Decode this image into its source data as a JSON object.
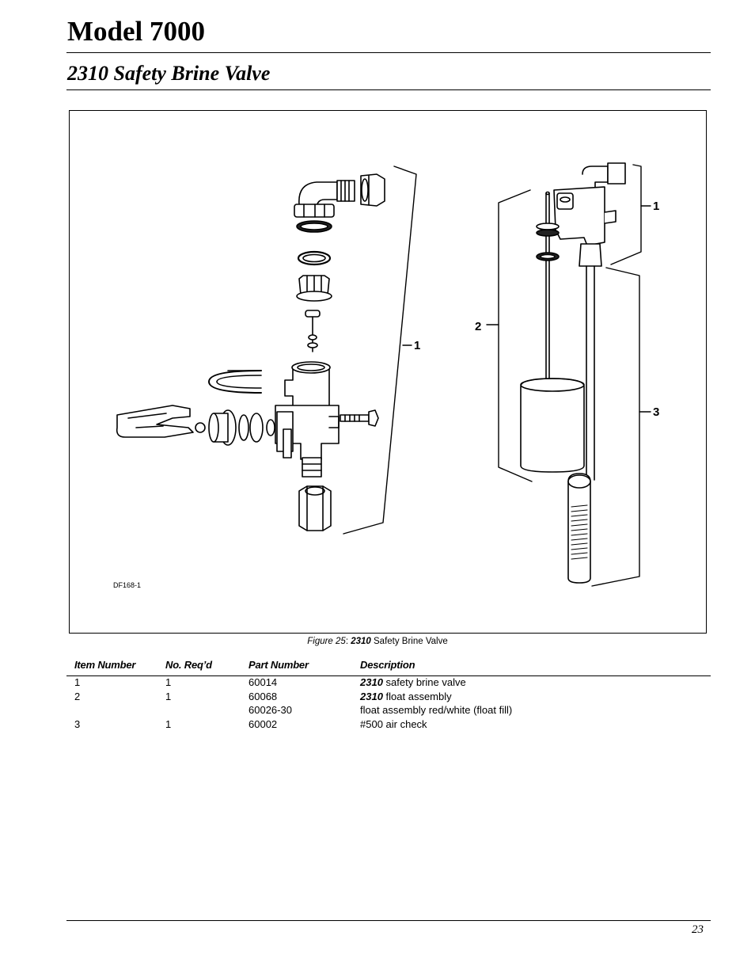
{
  "header": {
    "title": "Model 7000",
    "section": "2310 Safety Brine Valve"
  },
  "figure": {
    "drawing_code": "DF168-1",
    "callouts": [
      "1",
      "2",
      "1",
      "3"
    ],
    "caption": {
      "prefix": "Figure 25",
      "separator": ": ",
      "model": "2310",
      "text": " Safety Brine Valve"
    }
  },
  "parts_table": {
    "headers": [
      "Item Number",
      "No. Req’d",
      "Part Number",
      "Description"
    ],
    "rows": [
      {
        "item": "1",
        "qty": "1",
        "part": "60014",
        "desc_model": "2310",
        "desc": " safety brine valve"
      },
      {
        "item": "2",
        "qty": "1",
        "part": "60068",
        "desc_model": "2310",
        "desc": " float assembly"
      },
      {
        "item": "",
        "qty": "",
        "part": "60026-30",
        "desc_model": "",
        "desc": "float assembly red/white (float fill)"
      },
      {
        "item": "3",
        "qty": "1",
        "part": "60002",
        "desc_model": "",
        "desc": "#500 air check"
      }
    ]
  },
  "footer": {
    "page_number": "23"
  }
}
